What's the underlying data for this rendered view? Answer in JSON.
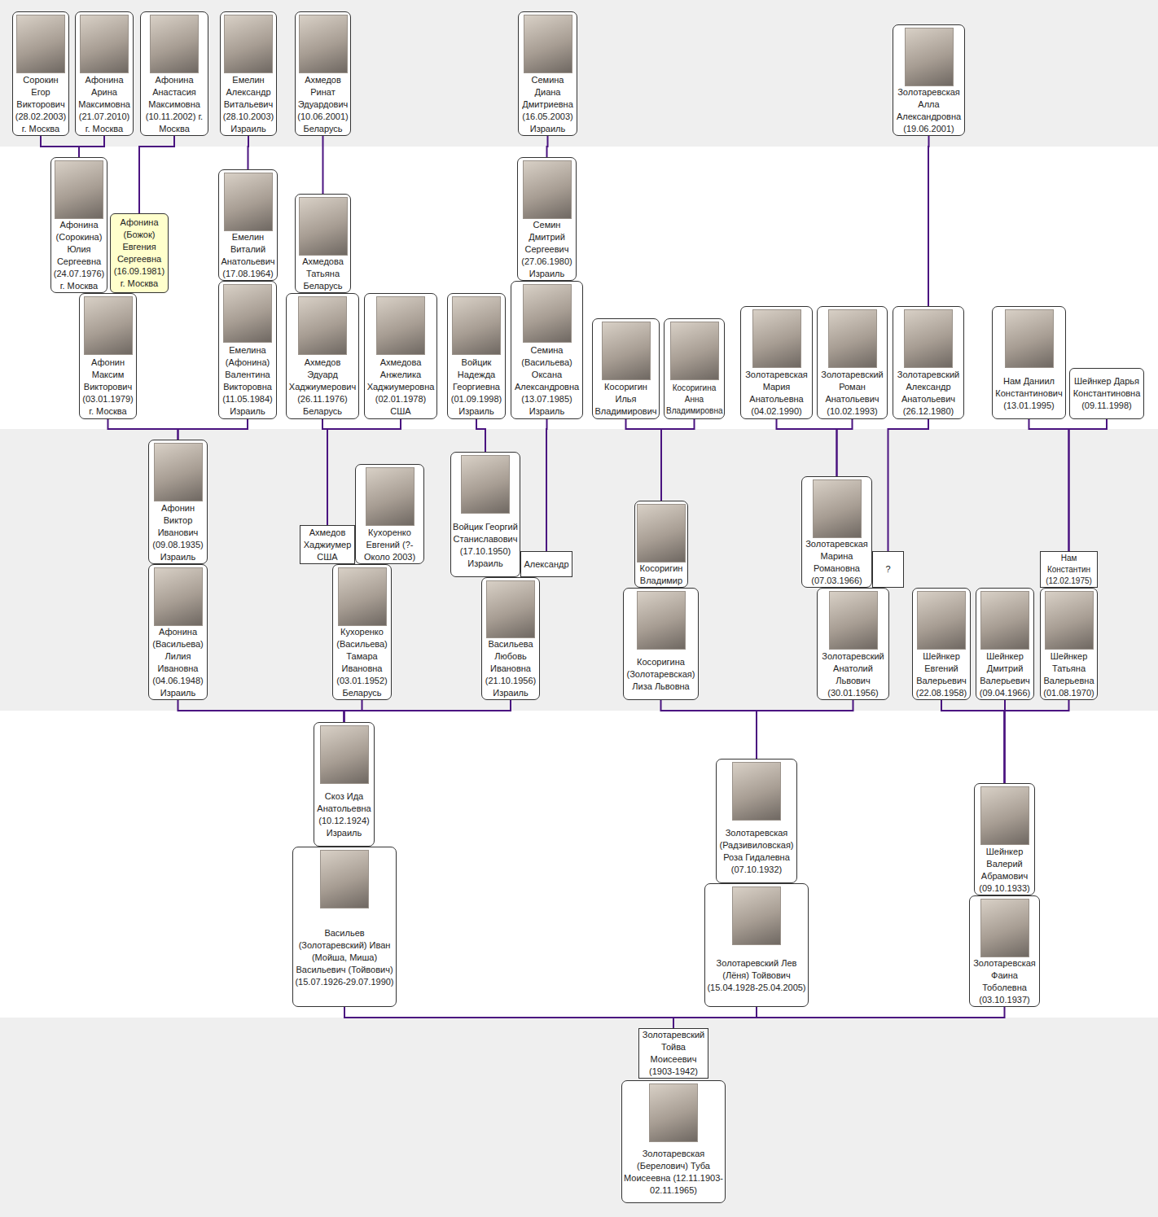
{
  "diagram": {
    "nodes": [
      {
        "text": [
          "Сорокин Егор Викторович (28.02.2003) г. Москва"
        ]
      },
      {
        "text": [
          "Афонина Арина Максимовна (21.07.2010) г. Москва"
        ]
      },
      {
        "text": [
          "Афонина Анастасия Максимовна (10.11.2002) г. Москва"
        ]
      },
      {
        "text": [
          "Емелин Александр Витальевич (28.10.2003) Израиль"
        ]
      },
      {
        "text": [
          "Ахмедов Ринат Эдуардович (10.06.2001) Беларусь"
        ]
      },
      {
        "text": [
          "Семина Диана Дмитриевна (16.05.2003) Израиль"
        ]
      },
      {
        "text": [
          "Золотаревская Алла Александровна (19.06.2001)"
        ]
      },
      {
        "text": [
          "Афонина (Сорокина) Юлия Сергеевна (24.07.1976) г. Москва"
        ]
      },
      {
        "text": [
          "Афонина (Божок) Евгения Сергеевна (16.09.1981) г. Москва"
        ]
      },
      {
        "text": [
          "Емелин Виталий Анатольевич (17.08.1964)"
        ]
      },
      {
        "text": [
          "Ахмедова Татьяна Беларусь"
        ]
      },
      {
        "text": [
          "Семин Дмитрий Сергеевич (27.06.1980) Израиль"
        ]
      },
      {
        "text": [
          "Афонин Максим Викторович (03.01.1979) г. Москва"
        ]
      },
      {
        "text": [
          "Емелина (Афонина) Валентина Викторовна (11.05.1984) Израиль"
        ]
      },
      {
        "text": [
          "Ахмедов Эдуард Хаджиумерович (26.11.1976) Беларусь"
        ]
      },
      {
        "text": [
          "Ахмедова Анжелика Хаджиумеровна (02.01.1978) США"
        ]
      },
      {
        "text": [
          "Войцик Надежда Георгиевна (01.09.1998) Израиль"
        ]
      },
      {
        "text": [
          "Семина (Васильева) Оксана Александровна (13.07.1985) Израиль"
        ]
      },
      {
        "text": [
          "Косоригин Илья Владимирович"
        ]
      },
      {
        "text": [
          "Косоригина Анна Владимировна"
        ]
      },
      {
        "text": [
          "Золотаревская Мария Анатольевна (04.02.1990)"
        ]
      },
      {
        "text": [
          "Золотаревский Роман Анатольевич (10.02.1993)"
        ]
      },
      {
        "text": [
          "Золотаревский Александр Анатольевич (26.12.1980)"
        ]
      },
      {
        "text": [
          "Нам Даниил Константинович (13.01.1995)"
        ]
      },
      {
        "text": [
          "Шейнкер Дарья Константиновна (09.11.1998)"
        ]
      },
      {
        "text": [
          "Афонин Виктор Иванович (09.08.1935) Израиль"
        ]
      },
      {
        "text": [
          "Ахмедов Хаджиумер США"
        ]
      },
      {
        "text": [
          "Кухоренко Евгений (?-Около 2003)"
        ]
      },
      {
        "text": [
          "Войцик Георгий Станиславович (17.10.1950) Израиль"
        ]
      },
      {
        "text": [
          "Александр"
        ]
      },
      {
        "text": [
          "Косоригин Владимир"
        ]
      },
      {
        "text": [
          "Золотаревская Марина Романовна (07.03.1966)"
        ]
      },
      {
        "text": [
          "?"
        ]
      },
      {
        "text": [
          "Нам Константин (12.02.1975)"
        ]
      },
      {
        "text": [
          "Афонина (Васильева) Лилия Ивановна (04.06.1948) Израиль"
        ]
      },
      {
        "text": [
          "Кухоренко (Васильева) Тамара Ивановна (03.01.1952) Беларусь"
        ]
      },
      {
        "text": [
          "Васильева Любовь Ивановна (21.10.1956) Израиль"
        ]
      },
      {
        "text": [
          "Косоригина (Золотаревская) Лиза Львовна"
        ]
      },
      {
        "text": [
          "Золотаревский Анатолий Львович (30.01.1956)"
        ]
      },
      {
        "text": [
          "Шейнкер Евгений Валерьевич (22.08.1958)"
        ]
      },
      {
        "text": [
          "Шейнкер Дмитрий Валерьевич (09.04.1966)"
        ]
      },
      {
        "text": [
          "Шейнкер Татьяна Валерьевна (01.08.1970)"
        ]
      },
      {
        "text": [
          "Скоз Ида Анатольевна (10.12.1924) Израиль"
        ]
      },
      {
        "text": [
          "Золотаревская (Радзивиловская) Роза Гидалевна (07.10.1932)"
        ]
      },
      {
        "text": [
          "Шейнкер Валерий Абрамович (09.10.1933)"
        ]
      },
      {
        "text": [
          "Васильев (Золотаревский) Иван (Мойша, Миша) Васильевич (Тойвович) (15.07.1926-29.07.1990)"
        ]
      },
      {
        "text": [
          "Золотаревский Лев (Лёня) Тойвович (15.04.1928-25.04.2005)"
        ]
      },
      {
        "text": [
          "Золотаревская Фаина Тоболевна (03.10.1937)"
        ]
      },
      {
        "text": [
          "Золотаревский Тойва Моисеевич (1903-1942)"
        ]
      },
      {
        "text": [
          "Золотаревская (Берелович) Туба Моисеевна (12.11.1903-02.11.1965)"
        ]
      }
    ],
    "edges": [
      {
        "from": 7,
        "to": 0,
        "arrow": "none"
      },
      {
        "from": 7,
        "to": 1,
        "arrow": "none"
      },
      {
        "from": 8,
        "to": 2,
        "arrow": "none"
      },
      {
        "from": 9,
        "to": 3,
        "arrow": "none"
      },
      {
        "from": 10,
        "to": 4,
        "arrow": "none"
      },
      {
        "from": 11,
        "to": 5,
        "arrow": "none"
      },
      {
        "from": 22,
        "to": 6,
        "arrow": "none"
      },
      {
        "from": 25,
        "to": 12,
        "arrow": "none"
      },
      {
        "from": 25,
        "to": 13,
        "arrow": "none"
      },
      {
        "from": 26,
        "to": 14,
        "arrow": "none"
      },
      {
        "from": 26,
        "to": 15,
        "arrow": "none"
      },
      {
        "from": 28,
        "to": 16,
        "arrow": "none"
      },
      {
        "from": 29,
        "to": 17,
        "arrow": "none"
      },
      {
        "from": 30,
        "to": 18,
        "arrow": "none"
      },
      {
        "from": 30,
        "to": 19,
        "arrow": "none"
      },
      {
        "from": 31,
        "to": 20,
        "arrow": "none"
      },
      {
        "from": 31,
        "to": 21,
        "arrow": "none"
      },
      {
        "from": 32,
        "to": 22,
        "arrow": "none"
      },
      {
        "from": 33,
        "to": 23,
        "arrow": "none"
      },
      {
        "from": 33,
        "to": 24,
        "arrow": "none"
      },
      {
        "from": 42,
        "to": 34,
        "arrow": "none"
      },
      {
        "from": 42,
        "to": 35,
        "arrow": "none"
      },
      {
        "from": 42,
        "to": 36,
        "arrow": "none"
      },
      {
        "from": 43,
        "to": 37,
        "arrow": "none"
      },
      {
        "from": 43,
        "to": 38,
        "arrow": "none"
      },
      {
        "from": 44,
        "to": 39,
        "arrow": "none"
      },
      {
        "from": 44,
        "to": 40,
        "arrow": "none"
      },
      {
        "from": 44,
        "to": 41,
        "arrow": "none"
      },
      {
        "from": 48,
        "to": 45,
        "arrow": "none"
      },
      {
        "from": 48,
        "to": 46,
        "arrow": "none"
      },
      {
        "from": 48,
        "to": 47,
        "arrow": "none"
      }
    ]
  }
}
